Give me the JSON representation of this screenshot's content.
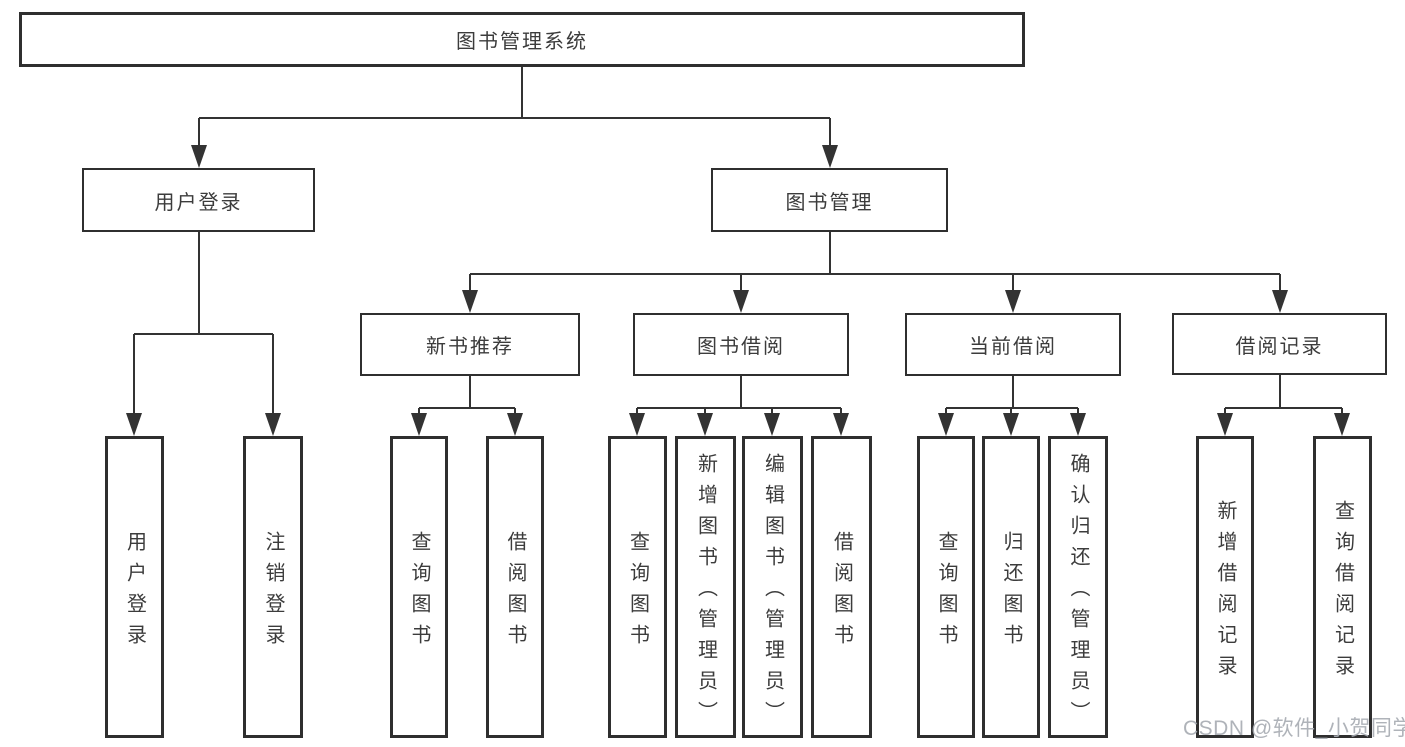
{
  "nodes": {
    "root": "图书管理系统",
    "level1": {
      "user_login": "用户登录",
      "book_mgmt": "图书管理"
    },
    "level2": {
      "new_book_rec": "新书推荐",
      "book_borrow": "图书借阅",
      "current_borrow": "当前借阅",
      "borrow_record": "借阅记录"
    },
    "leaves": {
      "user_login": [
        "用户登录",
        "注销登录"
      ],
      "new_book_rec": [
        "查询图书",
        "借阅图书"
      ],
      "book_borrow": [
        "查询图书",
        "新增图书（管理员）",
        "编辑图书（管理员）",
        "借阅图书"
      ],
      "current_borrow": [
        "查询图书",
        "归还图书",
        "确认归还（管理员）"
      ],
      "borrow_record": [
        "新增借阅记录",
        "查询借阅记录"
      ]
    }
  },
  "watermark": {
    "text": "CSDN @软件_小贺同学"
  },
  "colors": {
    "line": "#333333",
    "box_border": "#2f2f2f",
    "text": "#3c3c3c",
    "watermark": "#a8adb3",
    "background": "#ffffff"
  }
}
